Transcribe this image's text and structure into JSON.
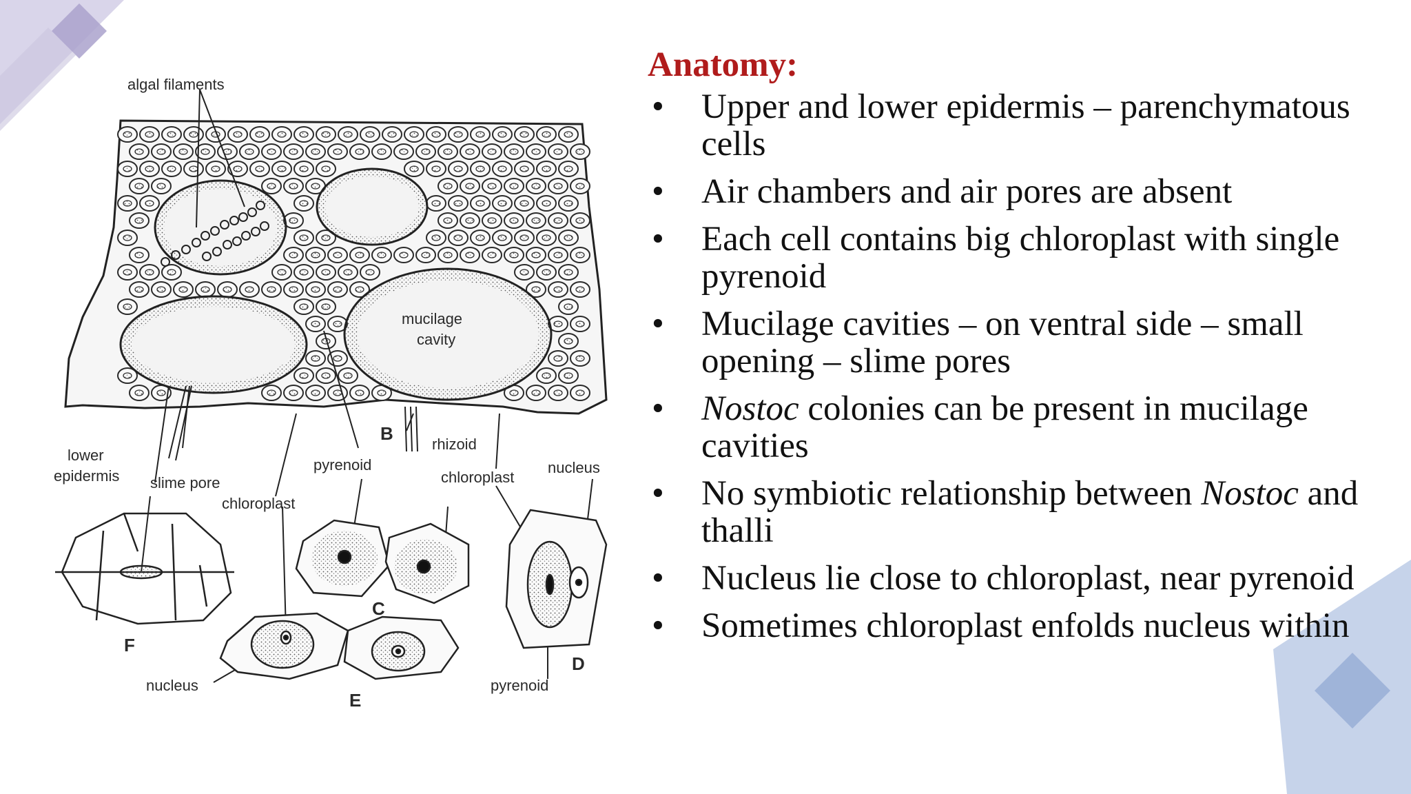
{
  "slide": {
    "heading": "Anatomy:",
    "bullets": [
      {
        "pre_italic": "",
        "text": "Upper and lower epidermis – parenchymatous cells",
        "mid_italic": "",
        "post": ""
      },
      {
        "pre_italic": "",
        "text": "Air chambers and air pores are absent",
        "mid_italic": "",
        "post": ""
      },
      {
        "pre_italic": "",
        "text": "Each cell contains big chloroplast with single pyrenoid",
        "mid_italic": "",
        "post": ""
      },
      {
        "pre_italic": "",
        "text": "Mucilage cavities – on ventral side – small opening – slime pores",
        "mid_italic": "",
        "post": ""
      },
      {
        "pre_italic": "Nostoc",
        "text": " colonies can be present in mucilage cavities",
        "mid_italic": "",
        "post": ""
      },
      {
        "pre_italic": "",
        "text": "No symbiotic relationship between ",
        "mid_italic": "Nostoc",
        "post": " and thalli"
      },
      {
        "pre_italic": "",
        "text": "Nucleus lie close to chloroplast, near pyrenoid",
        "mid_italic": "",
        "post": ""
      },
      {
        "pre_italic": "",
        "text": "Sometimes chloroplast enfolds nucleus within",
        "mid_italic": "",
        "post": ""
      }
    ],
    "bullet_glyph": "•"
  },
  "figure": {
    "labels": {
      "algal_filaments": "algal filaments",
      "mucilage": "mucilage",
      "cavity": "cavity",
      "lower": "lower",
      "epidermis": "epidermis",
      "slime_pore": "slime pore",
      "pyrenoid_top": "pyrenoid",
      "chloroplast_left": "chloroplast",
      "rhizoid": "rhizoid",
      "chloroplast_right": "chloroplast",
      "nucleus_right": "nucleus",
      "nucleus_bottom": "nucleus",
      "pyrenoid_bottom": "pyrenoid",
      "B": "B",
      "C": "C",
      "D": "D",
      "E": "E",
      "F": "F"
    }
  },
  "colors": {
    "heading": "#b01c1c",
    "deco_light": "#c9c4de",
    "deco_dark": "#aaa2cc",
    "deco_blue_light": "#c6d3ea",
    "deco_blue_dark": "#9fb4d9"
  }
}
